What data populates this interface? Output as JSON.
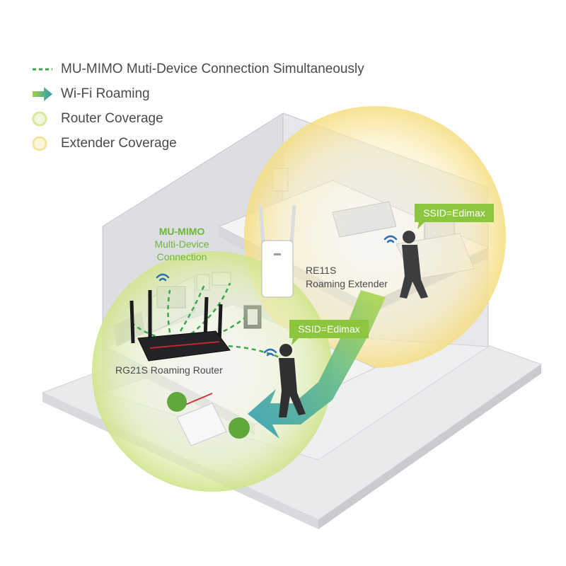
{
  "legend": {
    "mu_mimo": "MU-MIMO Muti-Device Connection Simultaneously",
    "roaming": "Wi-Fi Roaming",
    "router_coverage": "Router Coverage",
    "extender_coverage": "Extender Coverage"
  },
  "labels": {
    "mu_mimo_line1": "MU-MIMO",
    "mu_mimo_line2": "Multi-Device",
    "mu_mimo_line3": "Connection",
    "extender_line1": "RE11S",
    "extender_line2": "Roaming Extender",
    "router": "RG21S Roaming Router",
    "ssid_upper": "SSID=Edimax",
    "ssid_lower": "SSID=Edimax"
  },
  "colors": {
    "router_coverage": "#d6ea9a",
    "extender_coverage": "#f7e49a",
    "mu_mimo_dashes": "#3aa84a",
    "roaming_arrow": "#3aa0b4",
    "label_green": "#6fb63a",
    "ssid_badge": "#8cc63f"
  }
}
